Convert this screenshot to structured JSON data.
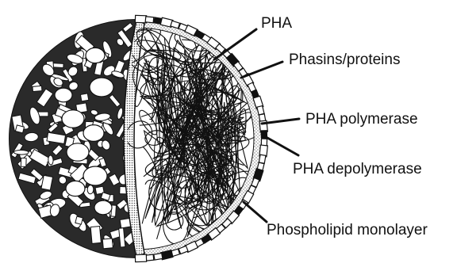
{
  "labels": {
    "pha": "PHA",
    "phasins": "Phasins/proteins",
    "polymerase": "PHA polymerase",
    "depolymerase": "PHA depolymerase",
    "monolayer": "Phospholipid monolayer"
  },
  "colors": {
    "ink": "#111111",
    "paper": "#ffffff",
    "shell": "#e4e4e4",
    "stipple": "#888888"
  }
}
